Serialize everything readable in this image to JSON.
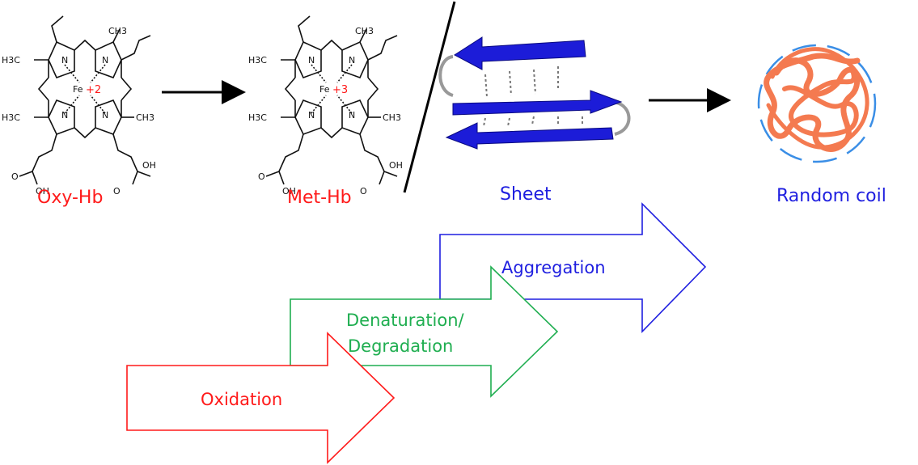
{
  "colors": {
    "red": "#ff1a1a",
    "green": "#1fae50",
    "blue": "#1f1fe0",
    "coil": "#f47a50",
    "dashed_circle": "#3a8ee6",
    "sheet": "#1c1cd8"
  },
  "molecules": [
    {
      "label": "Oxy-Hb",
      "fe_charge": "+2"
    },
    {
      "label": "Met-Hb",
      "fe_charge": "+3"
    }
  ],
  "atoms": {
    "iron": "Fe",
    "nitrogen": "N",
    "methyl": "CH3",
    "methyl_left": "H3C",
    "carboxyl_o": "O",
    "carboxyl_oh": "OH"
  },
  "structures": {
    "sheet_label": "Sheet",
    "coil_label": "Random coil"
  },
  "process": {
    "oxidation": "Oxidation",
    "denaturation_line1": "Denaturation/",
    "denaturation_line2": "Degradation",
    "aggregation": "Aggregation"
  }
}
